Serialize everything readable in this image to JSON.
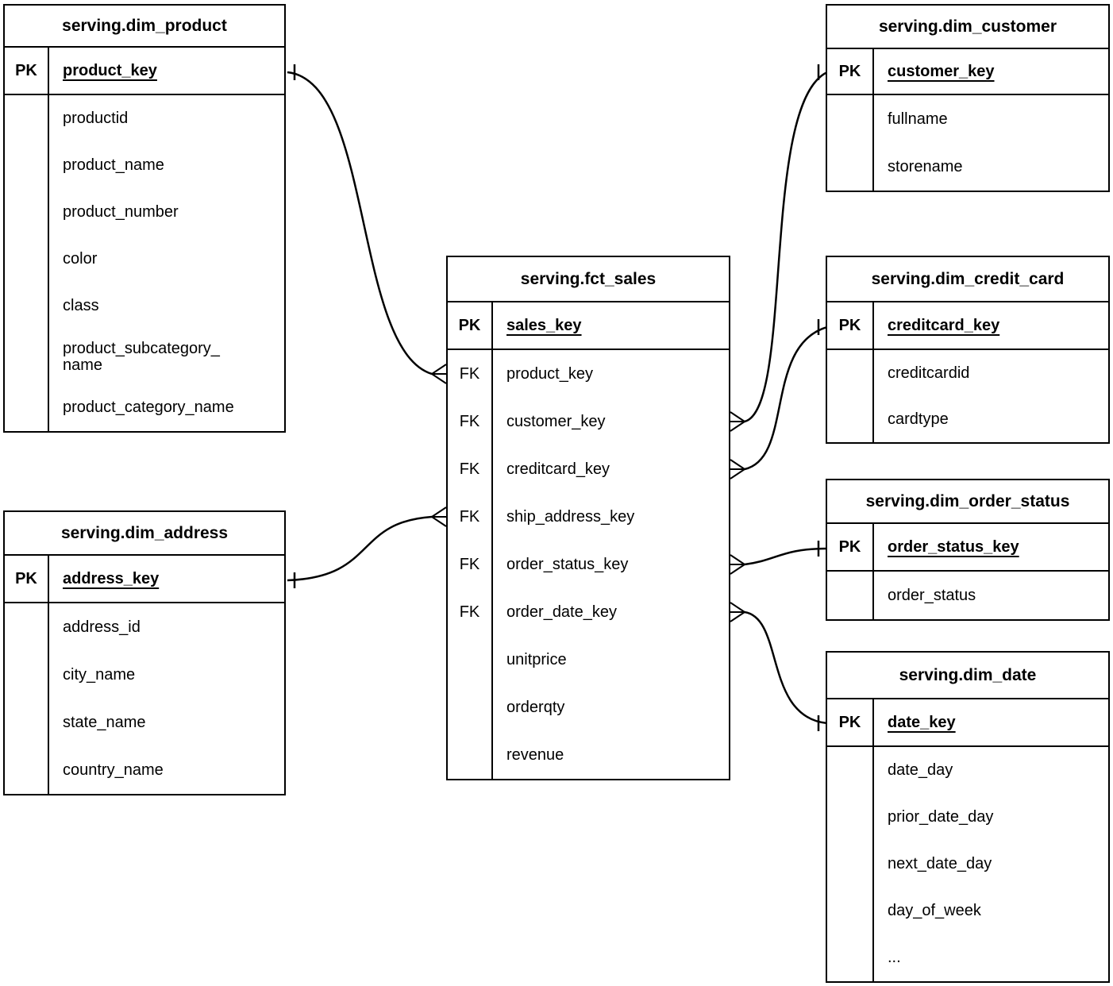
{
  "diagram": {
    "type": "entity-relationship",
    "colors": {
      "line": "#000000",
      "background": "#ffffff",
      "text": "#000000"
    },
    "tables": [
      {
        "id": "dim_product",
        "title": "serving.dim_product",
        "primary_key": {
          "badge": "PK",
          "name": "product_key"
        },
        "fields": [
          {
            "badge": "",
            "name": "productid"
          },
          {
            "badge": "",
            "name": "product_name"
          },
          {
            "badge": "",
            "name": "product_number"
          },
          {
            "badge": "",
            "name": "color"
          },
          {
            "badge": "",
            "name": "class"
          },
          {
            "badge": "",
            "name": "product_subcategory_\nname"
          },
          {
            "badge": "",
            "name": "product_category_name"
          }
        ]
      },
      {
        "id": "dim_customer",
        "title": "serving.dim_customer",
        "primary_key": {
          "badge": "PK",
          "name": "customer_key"
        },
        "fields": [
          {
            "badge": "",
            "name": "fullname"
          },
          {
            "badge": "",
            "name": "storename"
          }
        ]
      },
      {
        "id": "fct_sales",
        "title": "serving.fct_sales",
        "primary_key": {
          "badge": "PK",
          "name": "sales_key"
        },
        "fields": [
          {
            "badge": "FK",
            "name": "product_key"
          },
          {
            "badge": "FK",
            "name": "customer_key"
          },
          {
            "badge": "FK",
            "name": "creditcard_key"
          },
          {
            "badge": "FK",
            "name": "ship_address_key"
          },
          {
            "badge": "FK",
            "name": "order_status_key"
          },
          {
            "badge": "FK",
            "name": "order_date_key"
          },
          {
            "badge": "",
            "name": "unitprice"
          },
          {
            "badge": "",
            "name": "orderqty"
          },
          {
            "badge": "",
            "name": "revenue"
          }
        ]
      },
      {
        "id": "dim_credit_card",
        "title": "serving.dim_credit_card",
        "primary_key": {
          "badge": "PK",
          "name": "creditcard_key"
        },
        "fields": [
          {
            "badge": "",
            "name": "creditcardid"
          },
          {
            "badge": "",
            "name": "cardtype"
          }
        ]
      },
      {
        "id": "dim_order_status",
        "title": "serving.dim_order_status",
        "primary_key": {
          "badge": "PK",
          "name": "order_status_key"
        },
        "fields": [
          {
            "badge": "",
            "name": "order_status"
          }
        ]
      },
      {
        "id": "dim_date",
        "title": "serving.dim_date",
        "primary_key": {
          "badge": "PK",
          "name": "date_key"
        },
        "fields": [
          {
            "badge": "",
            "name": "date_day"
          },
          {
            "badge": "",
            "name": "prior_date_day"
          },
          {
            "badge": "",
            "name": "next_date_day"
          },
          {
            "badge": "",
            "name": "day_of_week"
          },
          {
            "badge": "",
            "name": "..."
          }
        ]
      },
      {
        "id": "dim_address",
        "title": "serving.dim_address",
        "primary_key": {
          "badge": "PK",
          "name": "address_key"
        },
        "fields": [
          {
            "badge": "",
            "name": "address_id"
          },
          {
            "badge": "",
            "name": "city_name"
          },
          {
            "badge": "",
            "name": "state_name"
          },
          {
            "badge": "",
            "name": "country_name"
          }
        ]
      }
    ],
    "relationships": [
      {
        "one": "serving.dim_product.product_key",
        "many": "serving.fct_sales.product_key"
      },
      {
        "one": "serving.dim_address.address_key",
        "many": "serving.fct_sales.ship_address_key"
      },
      {
        "one": "serving.dim_customer.customer_key",
        "many": "serving.fct_sales.customer_key"
      },
      {
        "one": "serving.dim_credit_card.creditcard_key",
        "many": "serving.fct_sales.creditcard_key"
      },
      {
        "one": "serving.dim_order_status.order_status_key",
        "many": "serving.fct_sales.order_status_key"
      },
      {
        "one": "serving.dim_date.date_key",
        "many": "serving.fct_sales.order_date_key"
      }
    ]
  }
}
